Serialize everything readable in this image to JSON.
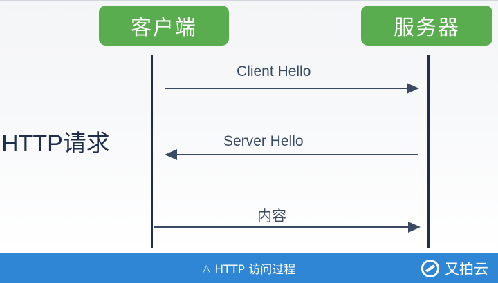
{
  "diagram": {
    "client_label": "客户端",
    "server_label": "服务器",
    "side_label": "HTTP请求",
    "messages": [
      {
        "label": "Client Hello",
        "direction": "client-to-server"
      },
      {
        "label": "Server Hello",
        "direction": "server-to-client"
      },
      {
        "label": "内容",
        "direction": "client-to-server"
      }
    ],
    "colors": {
      "actor_box": "#5aad4e",
      "lifeline": "#1f2f4a",
      "arrow": "#3a4a62",
      "footer": "#2f86d5"
    }
  },
  "footer": {
    "caption_icon": "triangle-icon",
    "caption_text": "HTTP 访问过程",
    "brand_icon": "youpaiyun-logo-icon",
    "brand_name": "又拍云"
  }
}
